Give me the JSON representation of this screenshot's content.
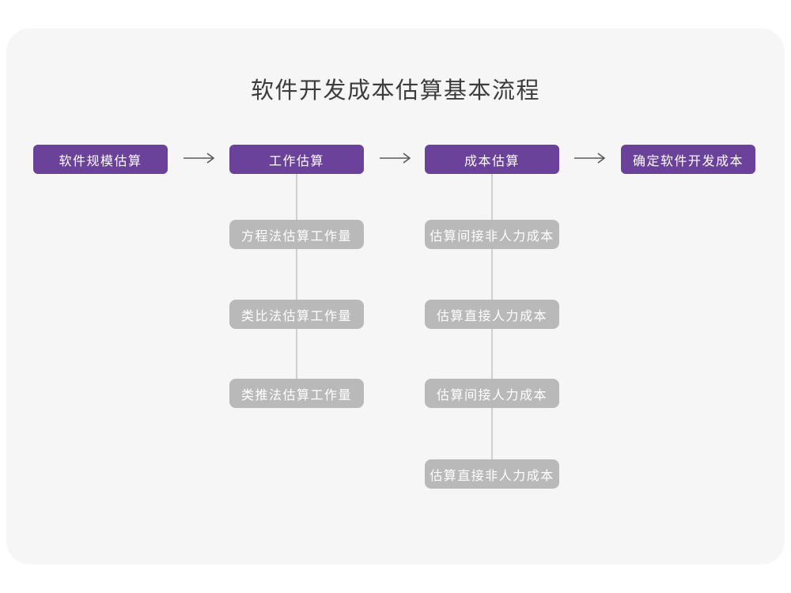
{
  "title": "软件开发成本估算基本流程",
  "flow": {
    "stages": [
      {
        "label": "软件规模估算"
      },
      {
        "label": "工作估算"
      },
      {
        "label": "成本估算"
      },
      {
        "label": "确定软件开发成本"
      }
    ],
    "work_substeps": [
      {
        "label": "方程法估算工作量"
      },
      {
        "label": "类比法估算工作量"
      },
      {
        "label": "类推法估算工作量"
      }
    ],
    "cost_substeps": [
      {
        "label": "估算间接非人力成本"
      },
      {
        "label": "估算直接人力成本"
      },
      {
        "label": "估算间接人力成本"
      },
      {
        "label": "估算直接非人力成本"
      }
    ]
  },
  "icons": {
    "stage_connector": "arrow-right-icon"
  },
  "colors": {
    "canvas": "#f6f6f6",
    "title_text": "#3d3d3d",
    "stage_fill": "#6a4299",
    "stage_text": "#ffffff",
    "substep_fill": "#b9b9b9",
    "substep_text": "#ffffff",
    "arrow": "#5a5a5a",
    "connector": "#cfcfcf"
  }
}
